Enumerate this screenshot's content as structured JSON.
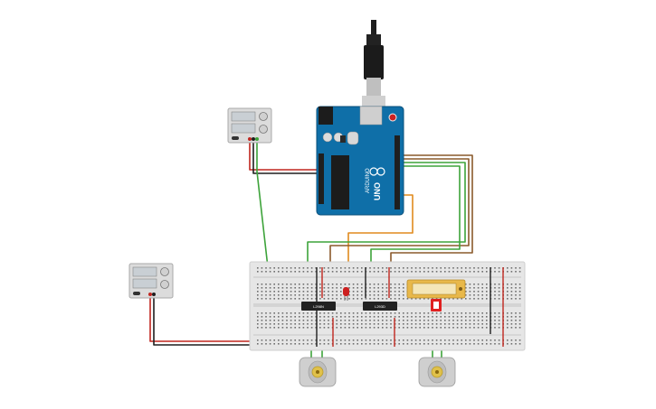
{
  "components": {
    "arduino": {
      "board_name": "UNO",
      "brand": "ARDUINO"
    },
    "motor_driver_left": {
      "label": "L298N"
    },
    "motor_driver_right": {
      "label": "L293D"
    },
    "power_supply_top": {},
    "power_supply_bottom": {},
    "led": {
      "color": "#cc1f1f"
    },
    "lcd_module": {
      "color": "#e8b84a"
    },
    "motor_left": {},
    "motor_right": {}
  },
  "colors": {
    "board": "#0f6fa8",
    "breadboard": "#e6e6e6",
    "wire_red": "#c0261f",
    "wire_black": "#1e1e1e",
    "wire_green": "#3da33a",
    "wire_orange": "#e08a1e",
    "wire_brown": "#8a5a2b"
  }
}
